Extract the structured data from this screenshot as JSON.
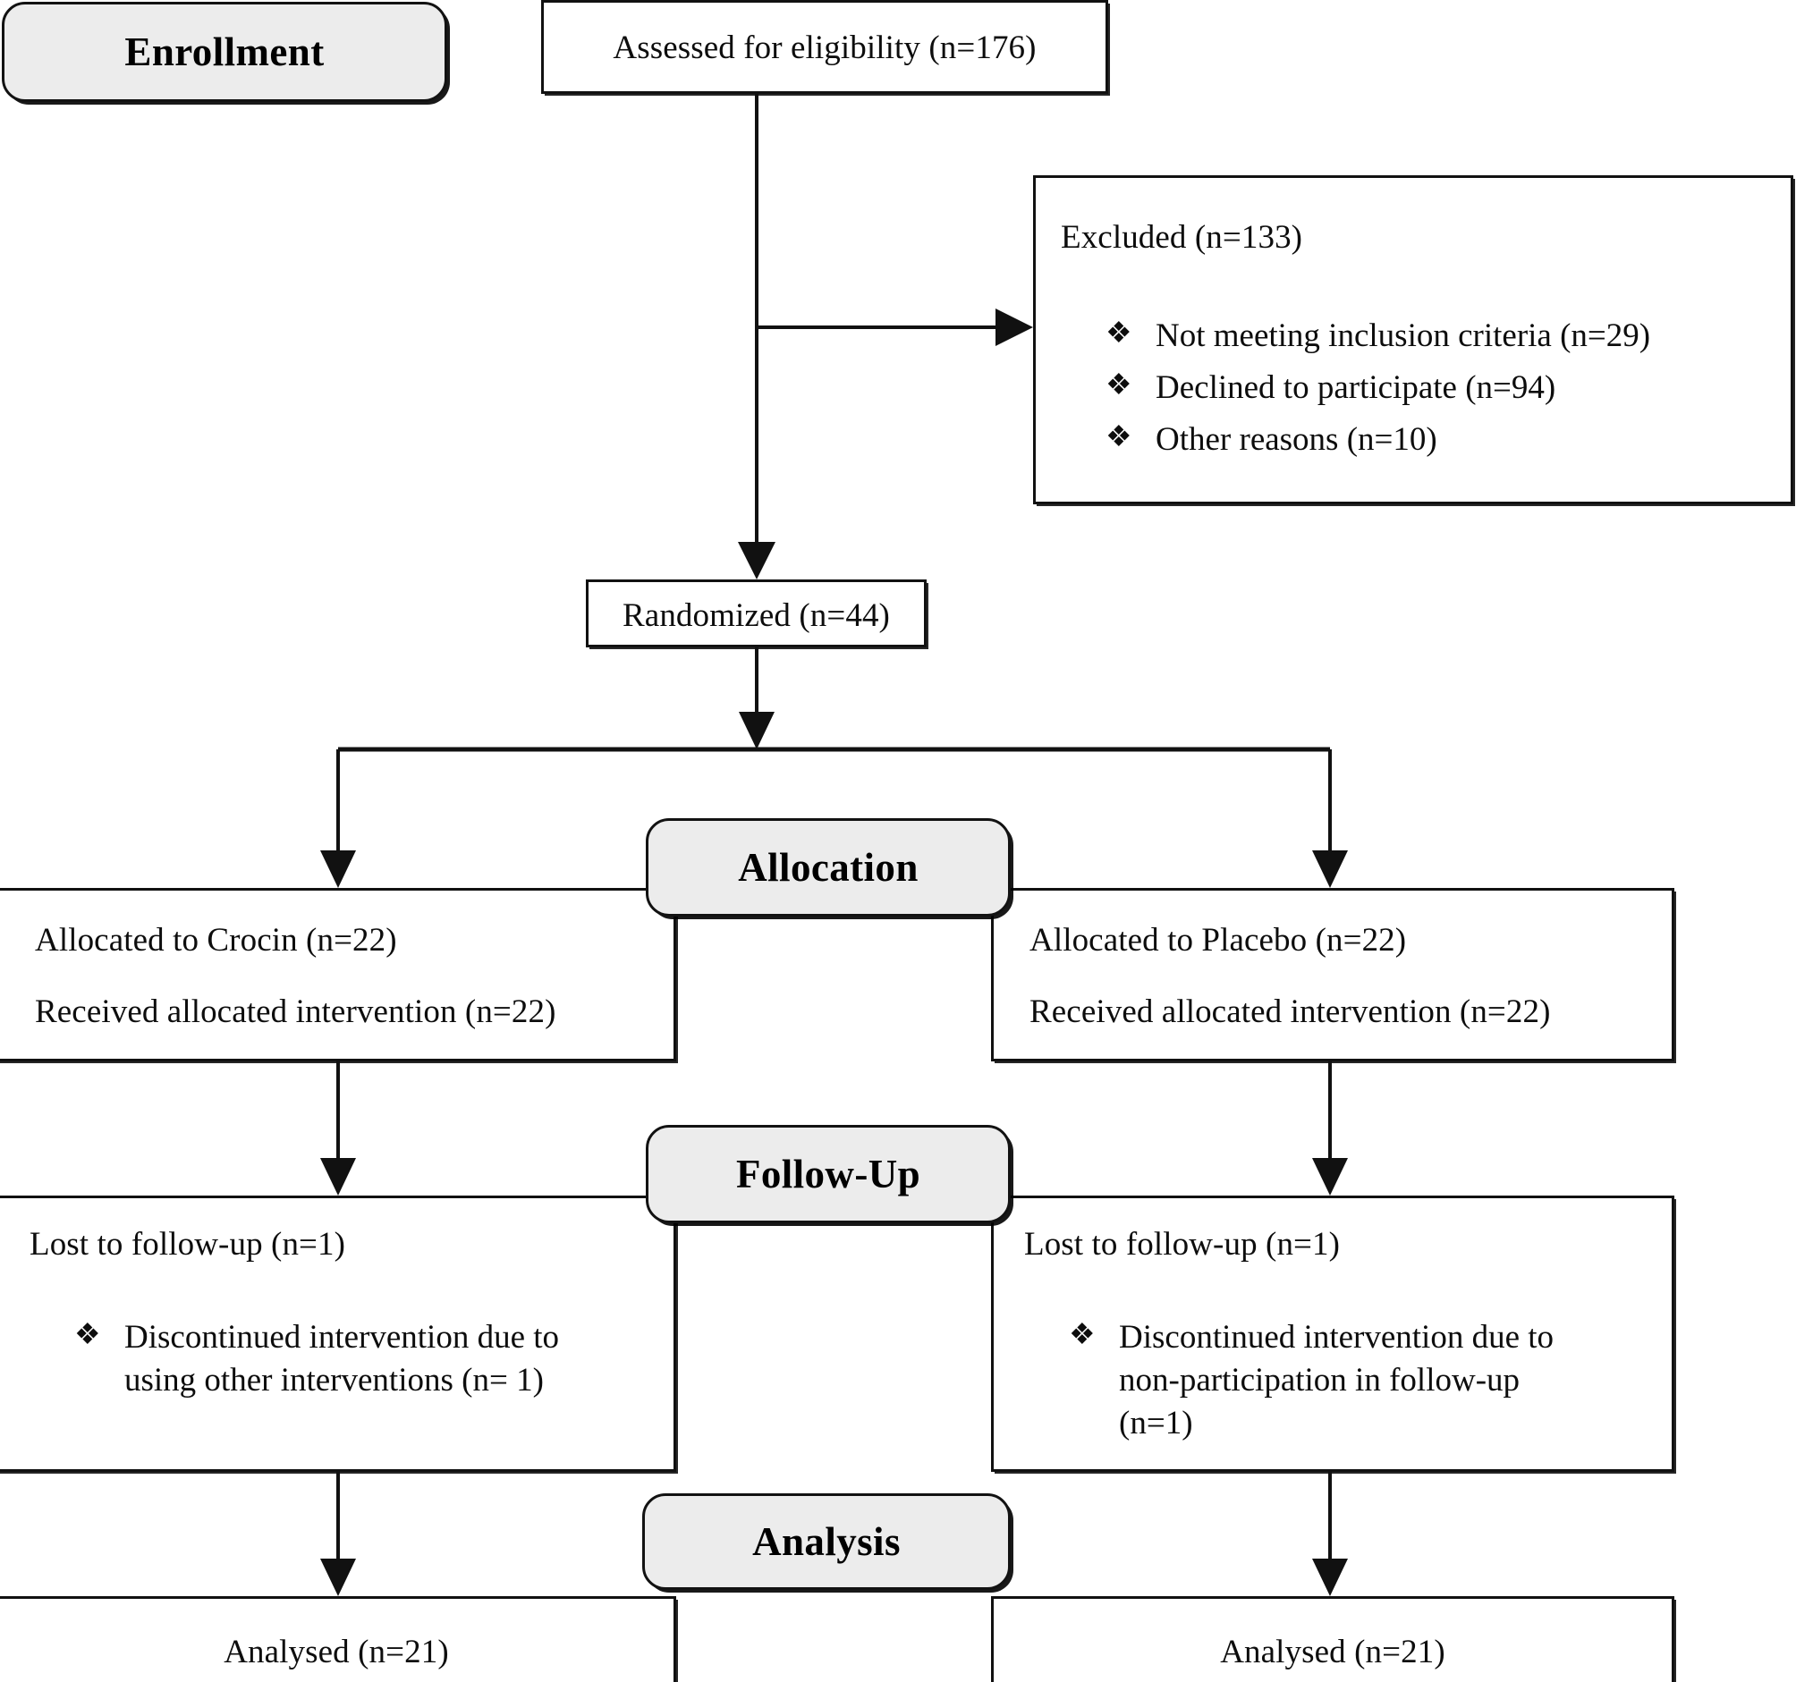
{
  "diagram": {
    "title": "CONSORT participant flow diagram",
    "accent_fill": "#ececec",
    "line_color": "#111111",
    "bullet_glyph": "❖"
  },
  "stages": [
    {
      "id": "enrollment",
      "label": "Enrollment"
    },
    {
      "id": "allocation",
      "label": "Allocation"
    },
    {
      "id": "follow_up",
      "label": "Follow-Up"
    },
    {
      "id": "analysis",
      "label": "Analysis"
    }
  ],
  "boxes": {
    "assessed": {
      "text": "Assessed for eligibility (n=176)"
    },
    "excluded": {
      "heading": "Excluded (n=133)",
      "reasons": [
        "Not meeting inclusion criteria (n=29)",
        "Declined to participate (n=94)",
        "Other reasons (n=10)"
      ]
    },
    "randomized": {
      "text": "Randomized (n=44)"
    },
    "allocation_left": {
      "line1": "Allocated to Crocin (n=22)",
      "line2": "Received allocated intervention (n=22)"
    },
    "allocation_right": {
      "line1": "Allocated to Placebo (n=22)",
      "line2": "Received allocated intervention (n=22)"
    },
    "followup_left": {
      "heading": "Lost to follow-up (n=1)",
      "reasons": [
        "Discontinued intervention due to using other interventions (n= 1)"
      ]
    },
    "followup_right": {
      "heading": "Lost to follow-up (n=1)",
      "reasons": [
        "Discontinued intervention due to non-participation in follow-up (n=1)"
      ]
    },
    "analysis_left": {
      "text": "Analysed (n=21)"
    },
    "analysis_right": {
      "text": "Analysed (n=21)"
    }
  },
  "chart_data": {
    "type": "diagram",
    "title": "CONSORT flow diagram",
    "nodes": [
      {
        "id": "assessed",
        "label": "Assessed for eligibility",
        "n": 176
      },
      {
        "id": "excluded",
        "label": "Excluded",
        "n": 133,
        "children": [
          {
            "label": "Not meeting inclusion criteria",
            "n": 29
          },
          {
            "label": "Declined to participate",
            "n": 94
          },
          {
            "label": "Other reasons",
            "n": 10
          }
        ]
      },
      {
        "id": "randomized",
        "label": "Randomized",
        "n": 44
      },
      {
        "id": "alloc_left",
        "label": "Allocated to Crocin",
        "n": 22,
        "received": 22
      },
      {
        "id": "alloc_right",
        "label": "Allocated to Placebo",
        "n": 22,
        "received": 22
      },
      {
        "id": "fu_left",
        "label": "Lost to follow-up (Crocin)",
        "n": 1
      },
      {
        "id": "fu_right",
        "label": "Lost to follow-up (Placebo)",
        "n": 1
      },
      {
        "id": "an_left",
        "label": "Analysed (Crocin)",
        "n": 21
      },
      {
        "id": "an_right",
        "label": "Analysed (Placebo)",
        "n": 21
      }
    ],
    "edges": [
      {
        "from": "assessed",
        "to": "excluded"
      },
      {
        "from": "assessed",
        "to": "randomized"
      },
      {
        "from": "randomized",
        "to": "alloc_left"
      },
      {
        "from": "randomized",
        "to": "alloc_right"
      },
      {
        "from": "alloc_left",
        "to": "fu_left"
      },
      {
        "from": "alloc_right",
        "to": "fu_right"
      },
      {
        "from": "fu_left",
        "to": "an_left"
      },
      {
        "from": "fu_right",
        "to": "an_right"
      }
    ]
  }
}
